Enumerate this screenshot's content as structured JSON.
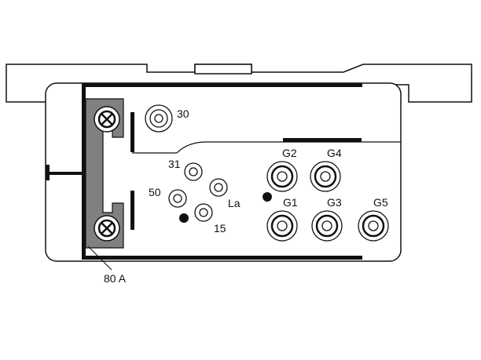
{
  "labels": {
    "terminal_30": "30",
    "terminal_31": "31",
    "terminal_50": "50",
    "terminal_15": "15",
    "terminal_la": "La",
    "glow_g1": "G1",
    "glow_g2": "G2",
    "glow_g3": "G3",
    "glow_g4": "G4",
    "glow_g5": "G5",
    "fuse_rating": "80 A"
  },
  "colors": {
    "stroke": "#111111",
    "fuse_fill": "#808080",
    "background": "#ffffff"
  }
}
